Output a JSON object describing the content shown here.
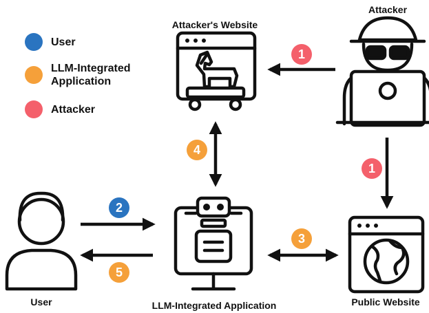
{
  "legend": {
    "user": "User",
    "app_line1": "LLM-Integrated",
    "app_line2": "Application",
    "attacker": "Attacker"
  },
  "nodes": {
    "attacker_website": "Attacker's Website",
    "attacker": "Attacker",
    "user": "User",
    "app": "LLM-Integrated Application",
    "public_website": "Public Website"
  },
  "steps": {
    "s1a": "1",
    "s1b": "1",
    "s2": "2",
    "s3": "3",
    "s4": "4",
    "s5": "5"
  },
  "colors": {
    "user": "#2a74c0",
    "app": "#f5a03a",
    "attacker": "#f4606b",
    "line": "#111111"
  },
  "icons": {
    "attacker_website": "trojan-horse-browser-icon",
    "attacker": "spy-hacker-laptop-icon",
    "user": "person-icon",
    "app": "robot-monitor-icon",
    "public_website": "globe-browser-icon"
  }
}
